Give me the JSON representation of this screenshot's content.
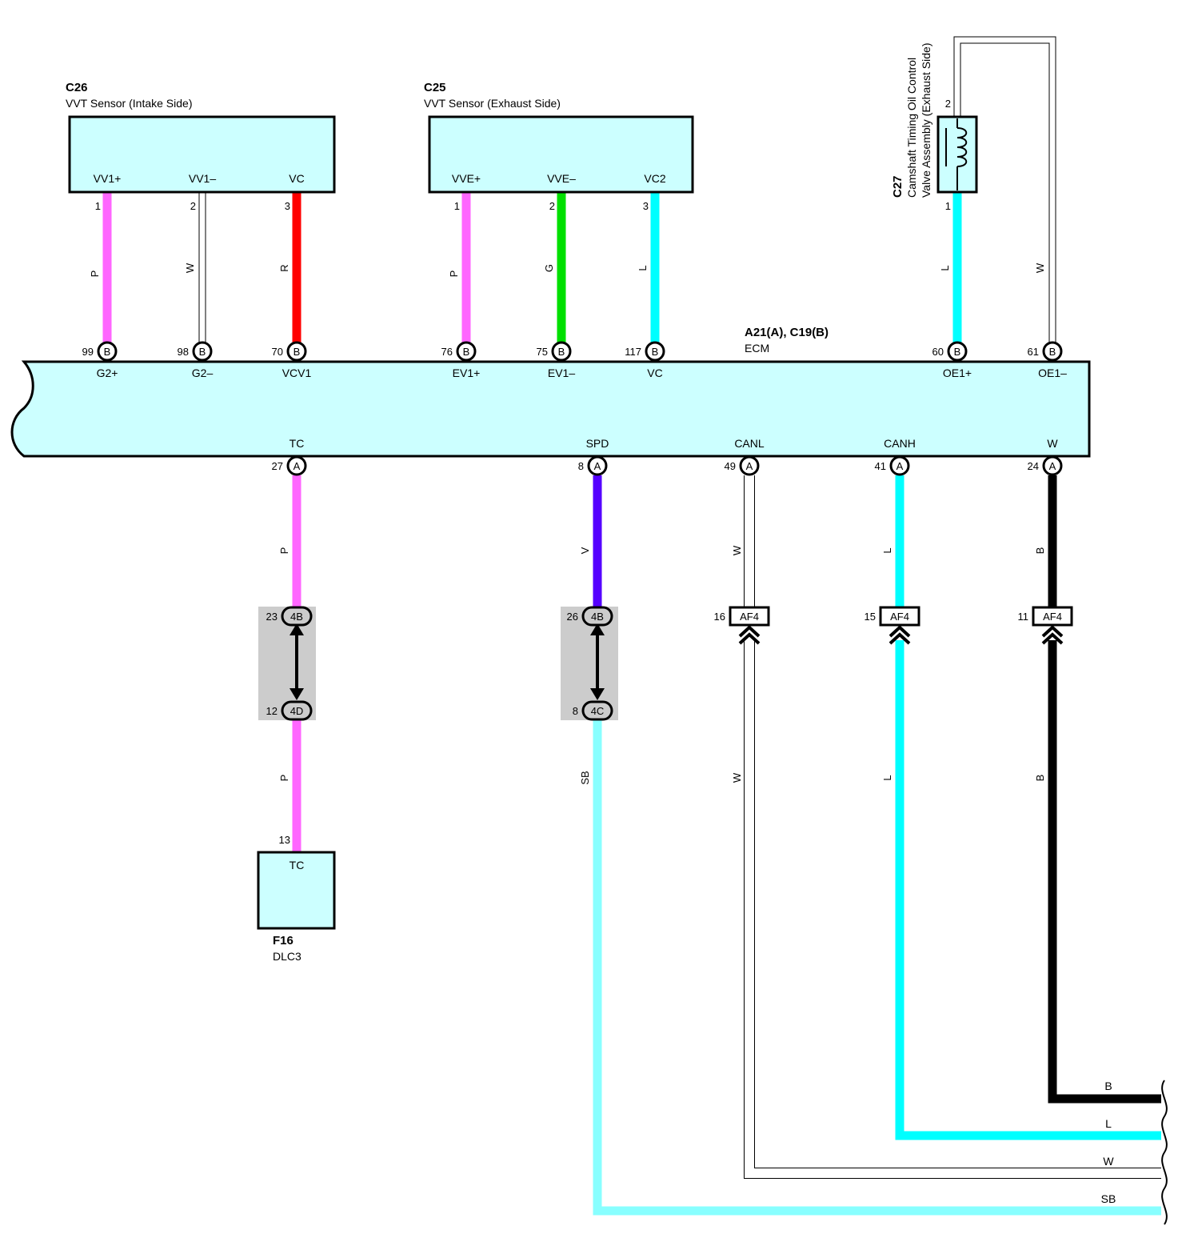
{
  "colors": {
    "pink": "#ff66ff",
    "red": "#ff0000",
    "green": "#00e000",
    "cyan": "#00ffff",
    "skyblue": "#88ffff",
    "violet": "#5500ff",
    "black": "#000000",
    "white": "#ffffff",
    "component_fill": "#ccffff",
    "junction_shade": "#cccccc"
  },
  "components": {
    "c26": {
      "code": "C26",
      "name": "VVT Sensor (Intake Side)",
      "pins": [
        "VV1+",
        "VV1–",
        "VC"
      ]
    },
    "c25": {
      "code": "C25",
      "name": "VVT Sensor (Exhaust Side)",
      "pins": [
        "VVE+",
        "VVE–",
        "VC2"
      ]
    },
    "c27": {
      "code": "C27",
      "name_line1": "Camshaft Timing Oil Control",
      "name_line2": "Valve Assembly (Exhaust Side)",
      "icon": "coil-icon"
    },
    "ecm": {
      "code": "A21(A), C19(B)",
      "name": "ECM",
      "top_pins": [
        "G2+",
        "G2–",
        "VCV1",
        "EV1+",
        "EV1–",
        "VC",
        "OE1+",
        "OE1–"
      ],
      "bottom_pins": [
        "TC",
        "SPD",
        "CANL",
        "CANH",
        "W"
      ]
    },
    "f16": {
      "code": "F16",
      "name": "DLC3",
      "pin": "TC"
    }
  },
  "wires": [
    {
      "from_pin": "1",
      "to_pin": "99",
      "connector": "B",
      "color_code": "P"
    },
    {
      "from_pin": "2",
      "to_pin": "98",
      "connector": "B",
      "color_code": "W"
    },
    {
      "from_pin": "3",
      "to_pin": "70",
      "connector": "B",
      "color_code": "R"
    },
    {
      "from_pin": "1",
      "to_pin": "76",
      "connector": "B",
      "color_code": "P"
    },
    {
      "from_pin": "2",
      "to_pin": "75",
      "connector": "B",
      "color_code": "G"
    },
    {
      "from_pin": "3",
      "to_pin": "117",
      "connector": "B",
      "color_code": "L"
    },
    {
      "from_pin": "1",
      "to_pin": "60",
      "connector": "B",
      "color_code": "L"
    },
    {
      "from_pin": "2",
      "to_pin": "61",
      "connector": "B",
      "color_code": "W"
    }
  ],
  "bottom_wires": [
    {
      "ecm_pin": "27",
      "connector": "A",
      "upper_color": "P",
      "junction_top": {
        "pin": "23",
        "id": "4B"
      },
      "junction_bottom": {
        "pin": "12",
        "id": "4D"
      },
      "lower_color": "P",
      "end_pin": "13"
    },
    {
      "ecm_pin": "8",
      "connector": "A",
      "upper_color": "V",
      "junction_top": {
        "pin": "26",
        "id": "4B"
      },
      "junction_bottom": {
        "pin": "8",
        "id": "4C"
      },
      "lower_color": "SB",
      "end_label": "SB"
    },
    {
      "ecm_pin": "49",
      "connector": "A",
      "upper_color": "W",
      "af_pin": "16",
      "af_id": "AF4",
      "lower_color": "W",
      "end_label": "W"
    },
    {
      "ecm_pin": "41",
      "connector": "A",
      "upper_color": "L",
      "af_pin": "15",
      "af_id": "AF4",
      "lower_color": "L",
      "end_label": "L"
    },
    {
      "ecm_pin": "24",
      "connector": "A",
      "upper_color": "B",
      "af_pin": "11",
      "af_id": "AF4",
      "lower_color": "B",
      "end_label": "B"
    }
  ]
}
